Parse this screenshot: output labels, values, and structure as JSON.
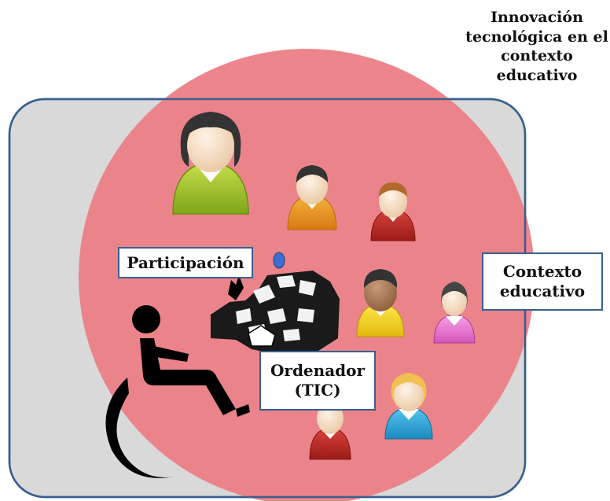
{
  "title": "Innovación tecnológica en el contexto educativo",
  "labels": {
    "participacion": "Participación",
    "contexto": "Contexto educativo",
    "ordenador": "Ordenador (TIC)"
  },
  "colors": {
    "circle": "#ec8086",
    "context_rect": "#d9d9d9",
    "outline": "#3a5f8f",
    "wheelchair": "#000000"
  },
  "icons": {
    "teacher": "teacher-icon",
    "students": "student-icon",
    "wheelchair": "wheelchair-user-icon",
    "computer": "computer-icon"
  }
}
